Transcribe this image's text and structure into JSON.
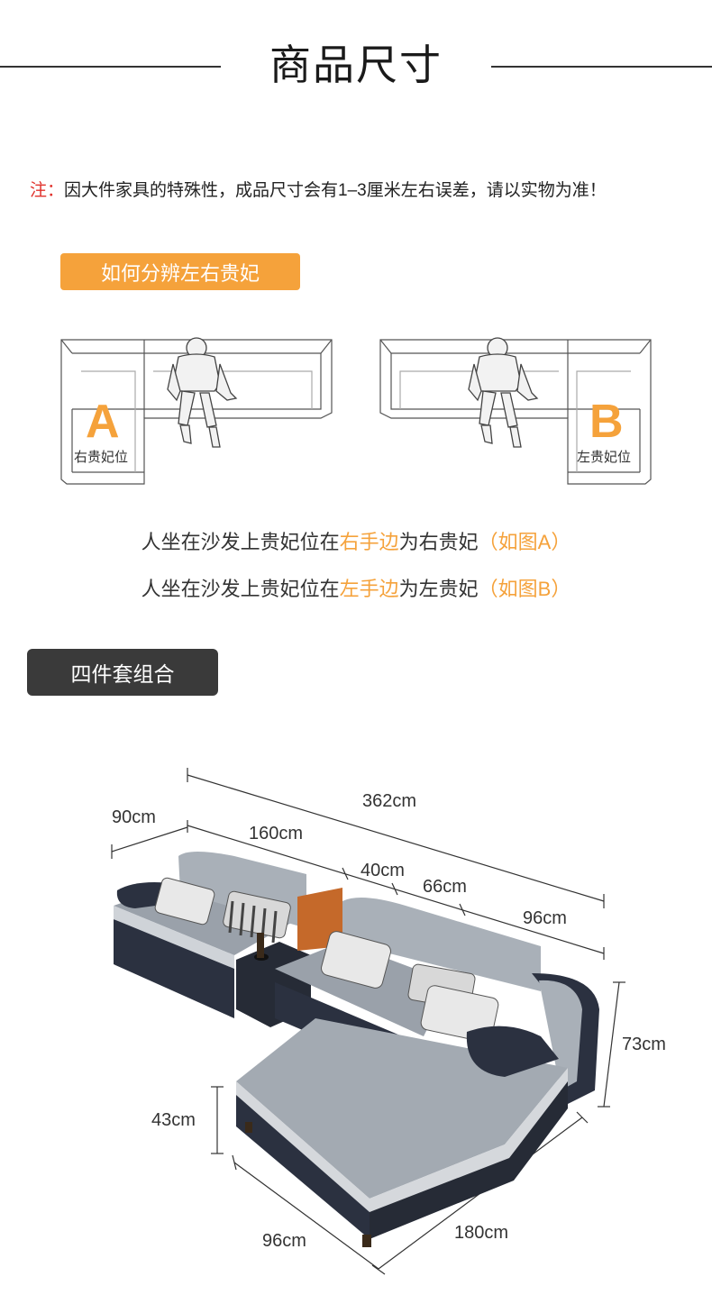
{
  "header": {
    "title": "商品尺寸"
  },
  "note": {
    "label": "注：",
    "text": "因大件家具的特殊性，成品尺寸会有1–3厘米左右误差，请以实物为准！"
  },
  "section1": {
    "title": "如何分辨左右贵妃"
  },
  "diagram_a": {
    "letter": "A",
    "label": "右贵妃位"
  },
  "diagram_b": {
    "letter": "B",
    "label": "左贵妃位"
  },
  "explain": {
    "line1": {
      "pre": "人坐在沙发上贵妃位在",
      "hl": "右手边",
      "post": "为右贵妃",
      "paren": "（如图A）"
    },
    "line2": {
      "pre": "人坐在沙发上贵妃位在",
      "hl": "左手边",
      "post": "为左贵妃",
      "paren": "（如图B）"
    }
  },
  "section2": {
    "title": "四件套组合"
  },
  "dimensions": {
    "total": "362cm",
    "arm_left": "90cm",
    "left_section": "160cm",
    "table": "40cm",
    "middle": "66cm",
    "right_section": "96cm",
    "height": "73cm",
    "seat_height": "43cm",
    "chaise_width": "96cm",
    "chaise_length": "180cm"
  },
  "colors": {
    "accent": "#f5a23b",
    "note_label": "#e0312b",
    "dark_badge": "#3a3a3a",
    "sofa_gray": "#a9b0b8",
    "sofa_base": "#2b3140"
  }
}
